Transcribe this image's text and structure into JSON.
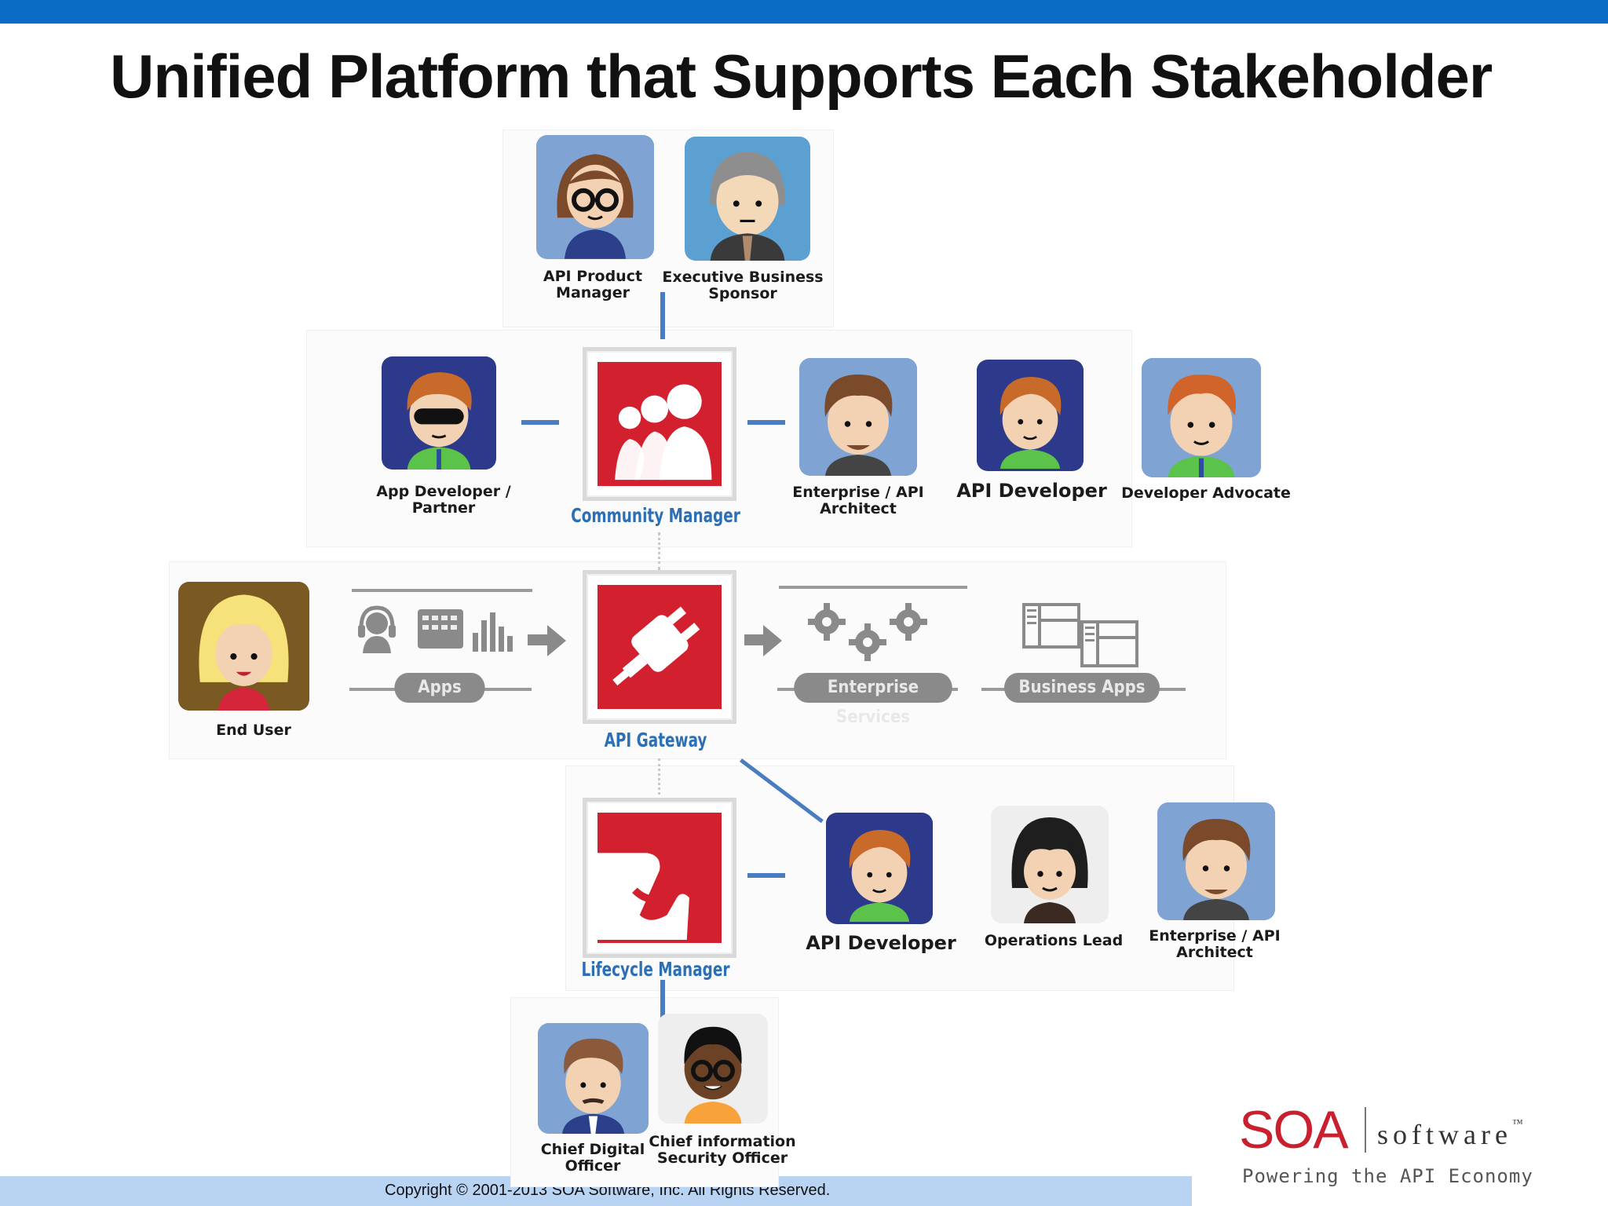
{
  "title": "Unified Platform that Supports Each Stakeholder",
  "copyright": "Copyright © 2001-2013 SOA Software, Inc. All Rights Reserved.",
  "products": {
    "community": "Community Manager",
    "gateway": "API Gateway",
    "lifecycle": "Lifecycle Manager"
  },
  "stakeholders": {
    "api_product_manager": "API Product\nManager",
    "executive_sponsor": "Executive Business\nSponsor",
    "app_developer": "App Developer /\nPartner",
    "enterprise_architect_top": "Enterprise / API\nArchitect",
    "api_developer_top": "API Developer",
    "developer_advocate": "Developer Advocate",
    "end_user": "End User",
    "api_developer_bottom": "API Developer",
    "operations_lead": "Operations Lead",
    "enterprise_architect_bottom": "Enterprise / API\nArchitect",
    "chief_digital_officer": "Chief Digital\nOfficer",
    "chief_security_officer": "Chief information\nSecurity Officer"
  },
  "flow": {
    "apps": "Apps",
    "enterprise_services": "Enterprise Services",
    "business_apps": "Business Apps"
  },
  "logo": {
    "brand": "SOA",
    "product": "software",
    "tm": "™",
    "tagline": "Powering the API Economy"
  },
  "colors": {
    "header_bar": "#0a6cc5",
    "footer_bar": "#b9d3f2",
    "product_red": "#d2202f",
    "product_label": "#2d6fb5",
    "connector": "#4a7cc0"
  }
}
